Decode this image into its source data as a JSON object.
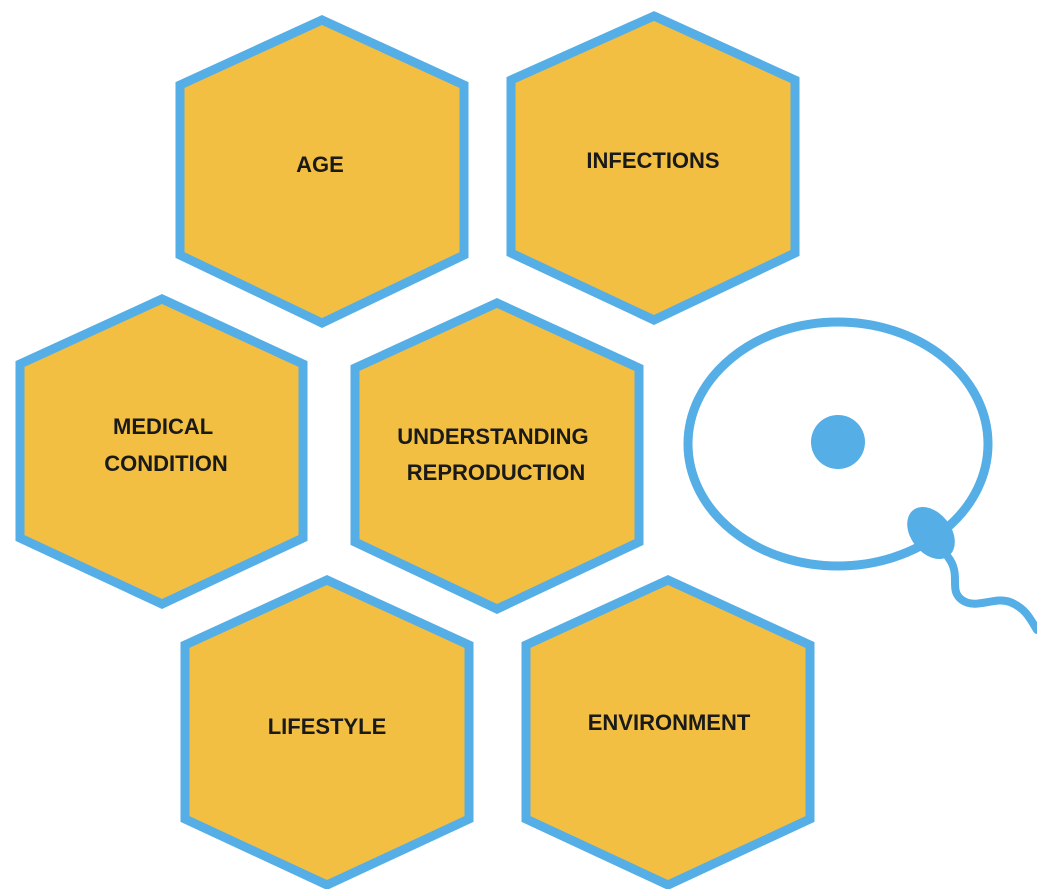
{
  "colors": {
    "hex_fill": "#F2BF42",
    "hex_stroke": "#55AEE6",
    "icon_stroke": "#55AEE6",
    "text": "#1a1a1a",
    "background": "#ffffff"
  },
  "factors": [
    {
      "id": "age",
      "lines": [
        "AGE"
      ]
    },
    {
      "id": "infections",
      "lines": [
        "INFECTIONS"
      ]
    },
    {
      "id": "medical-condition",
      "lines": [
        "MEDICAL",
        "CONDITION"
      ]
    },
    {
      "id": "understanding-reproduction",
      "lines": [
        "UNDERSTANDING",
        "REPRODUCTION"
      ]
    },
    {
      "id": "lifestyle",
      "lines": [
        "LIFESTYLE"
      ]
    },
    {
      "id": "environment",
      "lines": [
        "ENVIRONMENT"
      ]
    }
  ],
  "icons": {
    "egg": "egg-cell-icon",
    "sperm": "sperm-cell-icon"
  }
}
